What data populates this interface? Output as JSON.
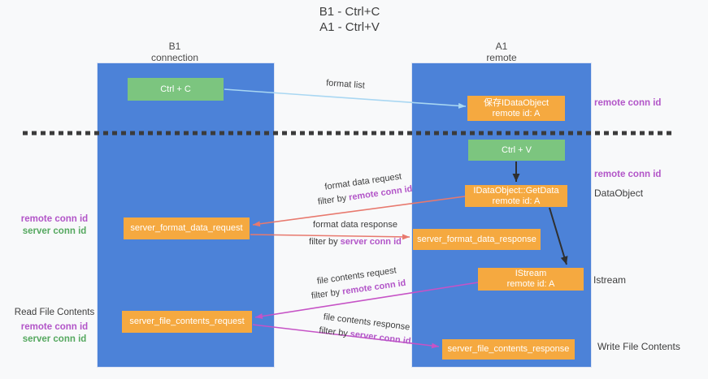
{
  "title": {
    "line1": "B1 - Ctrl+C",
    "line2": "A1 - Ctrl+V"
  },
  "lanes": [
    {
      "name": "B1",
      "subtitle": "connection"
    },
    {
      "name": "A1",
      "subtitle": "remote"
    }
  ],
  "nodes": {
    "ctrl_c": {
      "label": "Ctrl + C"
    },
    "save_idataobject": {
      "line1": "保存IDataObject",
      "line2": "remote id: A"
    },
    "ctrl_v": {
      "label": "Ctrl + V"
    },
    "idataobject_getdata": {
      "line1": "IDataObject::GetData",
      "line2": "remote id: A"
    },
    "server_format_data_request": {
      "label": "server_format_data_request"
    },
    "server_format_data_response": {
      "label": "server_format_data_response"
    },
    "istream": {
      "line1": "IStream",
      "line2": "remote id: A"
    },
    "server_file_contents_request": {
      "label": "server_file_contents_request"
    },
    "server_file_contents_response": {
      "label": "server_file_contents_response"
    }
  },
  "edge_labels": {
    "format_list": "format list",
    "format_data_request": {
      "text": "format data request",
      "filter_prefix": "filter by ",
      "filter_key": "remote conn id"
    },
    "format_data_response": {
      "text": "format data response",
      "filter_prefix": "filter by ",
      "filter_key": "server conn id"
    },
    "file_contents_request": {
      "text": "file contents request",
      "filter_prefix": "filter by ",
      "filter_key": "remote conn id"
    },
    "file_contents_response": {
      "text": "file contents response",
      "filter_prefix": "filter by ",
      "filter_key": "server conn id"
    }
  },
  "side_labels": {
    "right_remote_conn_id_top": "remote conn id",
    "right_remote_conn_id_mid": "remote conn id",
    "right_dataobject": "DataObject",
    "right_istream": "Istream",
    "right_write_file_contents": "Write File Contents",
    "left_remote_conn_id_top": "remote conn id",
    "left_server_conn_id_top": "server conn id",
    "left_read_file_contents": "Read File Contents",
    "left_remote_conn_id_bottom": "remote conn id",
    "left_server_conn_id_bottom": "server conn id"
  },
  "colors": {
    "lane-blue": "#4c82d8",
    "box-orange": "#f5a940",
    "box-green": "#7cc57f",
    "arrow-lightblue": "#a9d7f2",
    "arrow-salmon": "#e8796e",
    "arrow-magenta": "#c653c6",
    "arrow-black": "#2f2f2f",
    "key-purple": "#b255c8",
    "key-green": "#55a85f",
    "ink": "#3d3d3d",
    "background": "#f8f9fa",
    "dash": "#3b3b3b"
  }
}
